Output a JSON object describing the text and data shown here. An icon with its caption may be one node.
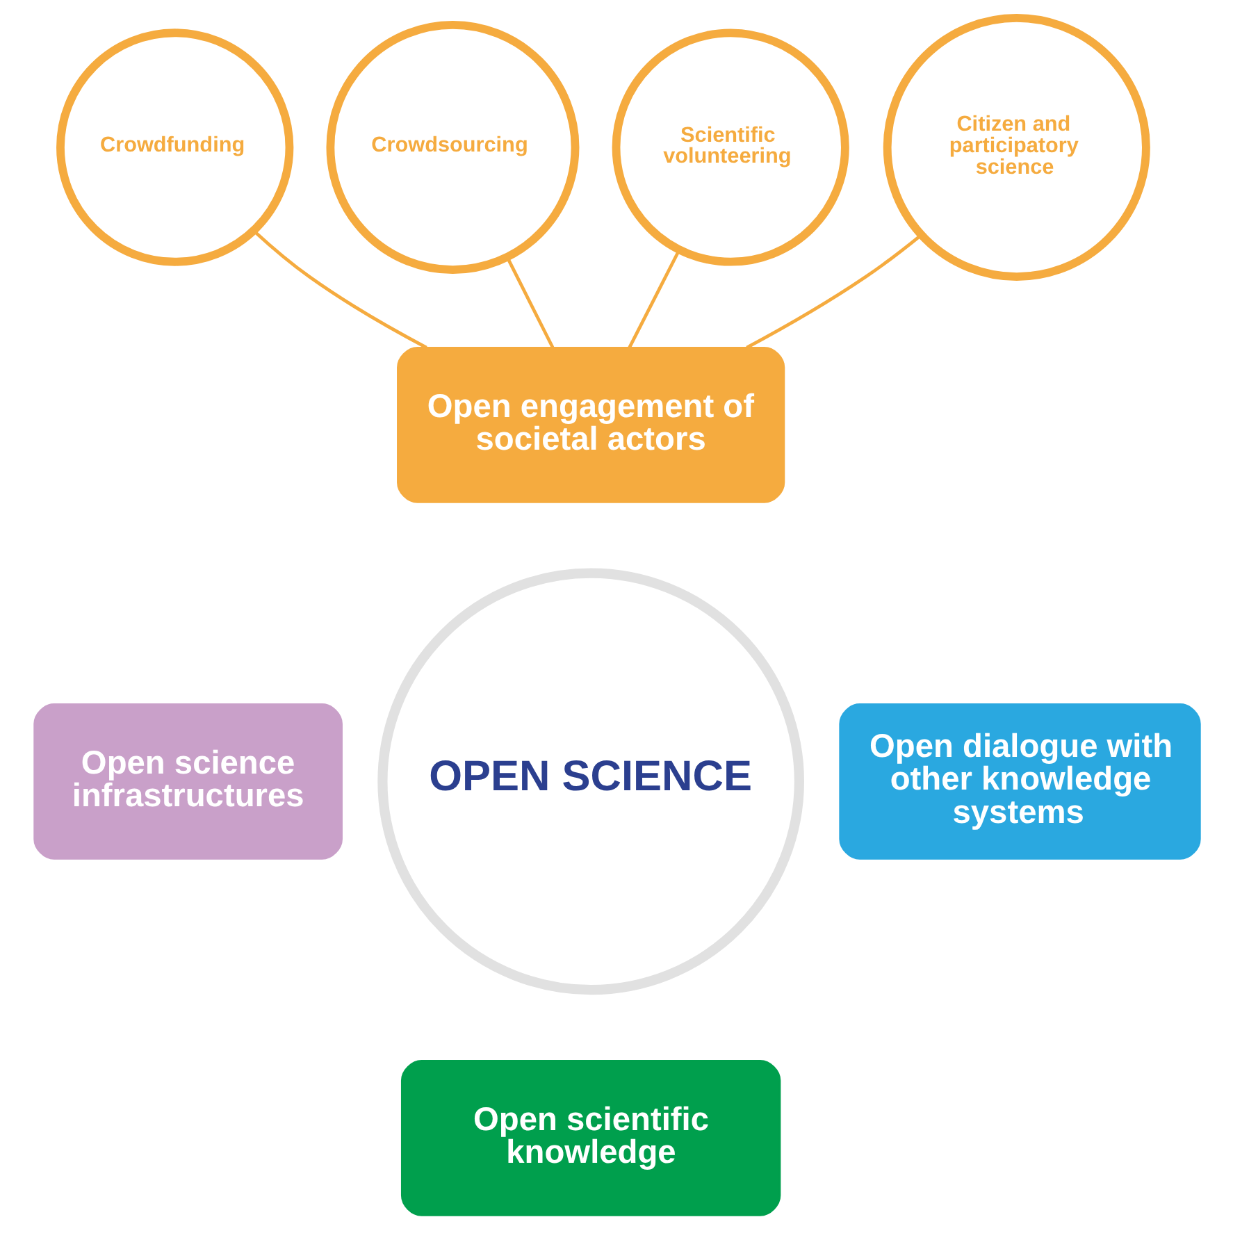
{
  "diagram": {
    "nodes": [
      {
        "text": [
          "Open engagement of societal actors"
        ]
      },
      {
        "text": [
          "Open dialogue with other knowledge systems"
        ]
      },
      {
        "text": [
          "Open scientific knowledge"
        ]
      },
      {
        "text": [
          "Open science infrastructures"
        ]
      },
      {
        "text": [
          "OPEN SCIENCE"
        ]
      },
      {
        "text": [
          "Crowdfunding"
        ]
      },
      {
        "text": [
          "Crowdsourcing"
        ]
      },
      {
        "text": [
          "Scientific volunteering"
        ]
      },
      {
        "text": [
          "Citizen and participatory science"
        ]
      }
    ],
    "edges": [
      {
        "from": 5,
        "to": 0,
        "arrow": "none"
      },
      {
        "from": 6,
        "to": 0,
        "arrow": "none"
      },
      {
        "from": 7,
        "to": 0,
        "arrow": "none"
      },
      {
        "from": 8,
        "to": 0,
        "arrow": "none"
      }
    ]
  }
}
